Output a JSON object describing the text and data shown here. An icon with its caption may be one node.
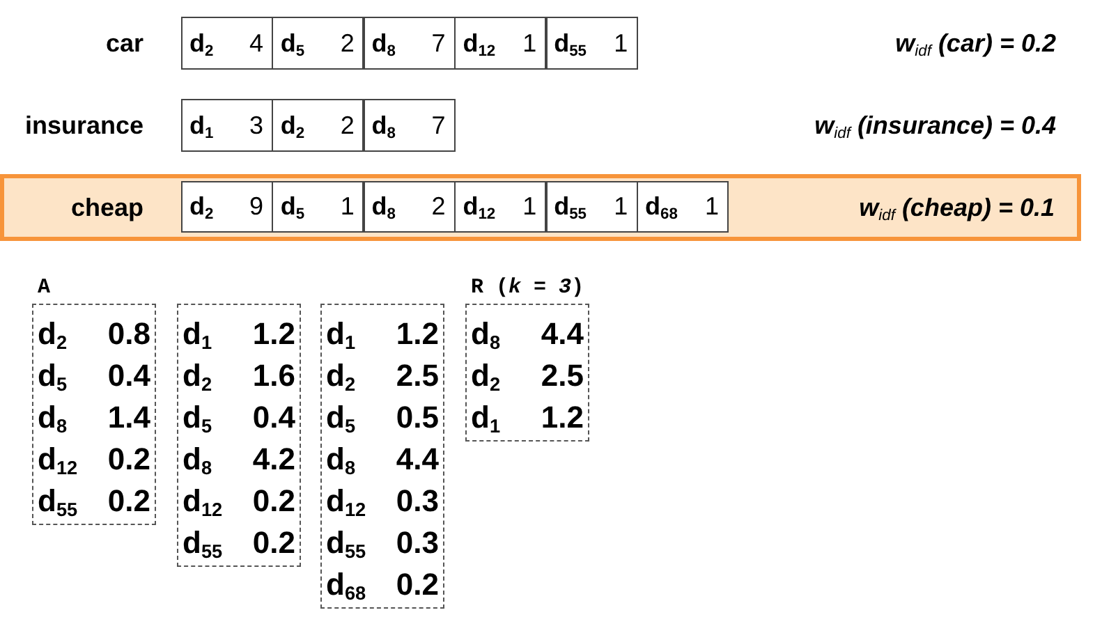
{
  "diagram": {
    "nodes": [
      {
        "text": [
          "d$_{2}$",
          "4"
        ]
      },
      {
        "text": [
          "d$_{5}$",
          "2"
        ]
      },
      {
        "text": [
          "d$_{8}$",
          "7"
        ]
      },
      {
        "text": [
          "d$_{12}$",
          "1"
        ]
      },
      {
        "text": [
          "d$_{55}$",
          "1"
        ]
      },
      {
        "text": [
          "d$_{1}$",
          "3"
        ]
      },
      {
        "text": [
          "d$_{2}$",
          "2"
        ]
      },
      {
        "text": [
          "d$_{8}$",
          "7"
        ]
      },
      {
        "text": [
          "cheap",
          "w$_{idf}$ (cheap) = 0.1"
        ]
      },
      {
        "text": [
          "d$_{2}$",
          "9"
        ],
        "in": 8
      },
      {
        "text": [
          "d$_{5}$",
          "1"
        ],
        "in": 8
      },
      {
        "text": [
          "d$_{8}$",
          "2"
        ],
        "in": 8
      },
      {
        "text": [
          "d$_{12}$",
          "1"
        ],
        "in": 8
      },
      {
        "text": [
          "d$_{55}$",
          "1"
        ],
        "in": 8
      },
      {
        "text": [
          "d$_{68}$",
          "1"
        ],
        "in": 8
      },
      {
        "text": [
          "A",
          "d$_{2}$",
          "0.8",
          "d$_{5}$",
          "0.4",
          "d$_{8}$",
          "1.4",
          "d$_{12}$",
          "0.2",
          "d$_{55}$",
          "0.2"
        ]
      },
      {
        "text": [
          "d$_{1}$",
          "1.2",
          "d$_{2}$",
          "1.6",
          "d$_{5}$",
          "0.4",
          "d$_{8}$",
          "4.2",
          "d$_{12}$",
          "0.2",
          "d$_{55}$",
          "0.2"
        ]
      },
      {
        "text": [
          "d$_{1}$",
          "1.2",
          "d$_{2}$",
          "2.5",
          "d$_{5}$",
          "0.5",
          "d$_{8}$",
          "4.4",
          "d$_{12}$",
          "0.3",
          "d$_{55}$",
          "0.3",
          "d$_{68}$",
          "0.2"
        ]
      },
      {
        "text": [
          "R (*k* = *3*)",
          "d$_{8}$",
          "4.4",
          "d$_{2}$",
          "2.5",
          "d$_{1}$",
          "1.2"
        ]
      }
    ],
    "labels": [
      "car",
      "w$_{idf}$ (car) = 0.2",
      "insurance",
      "w$_{idf}$ (insurance) = 0.4"
    ]
  }
}
